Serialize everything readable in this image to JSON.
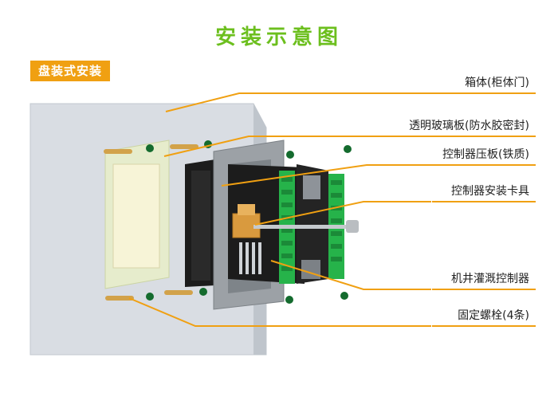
{
  "title": "安装示意图",
  "badge": "盘装式安装",
  "labels": [
    "箱体(柜体门)",
    "透明玻璃板(防水胶密封)",
    "控制器压板(铁质)",
    "控制器安装卡具",
    "机井灌溉控制器",
    "固定螺栓(4条)"
  ],
  "colors": {
    "title": "#6cbf1e",
    "accent": "#f0a012",
    "cabinet": "#d9dde3",
    "terminal_green": "#26b34a",
    "device_black": "#1c1c1c"
  }
}
